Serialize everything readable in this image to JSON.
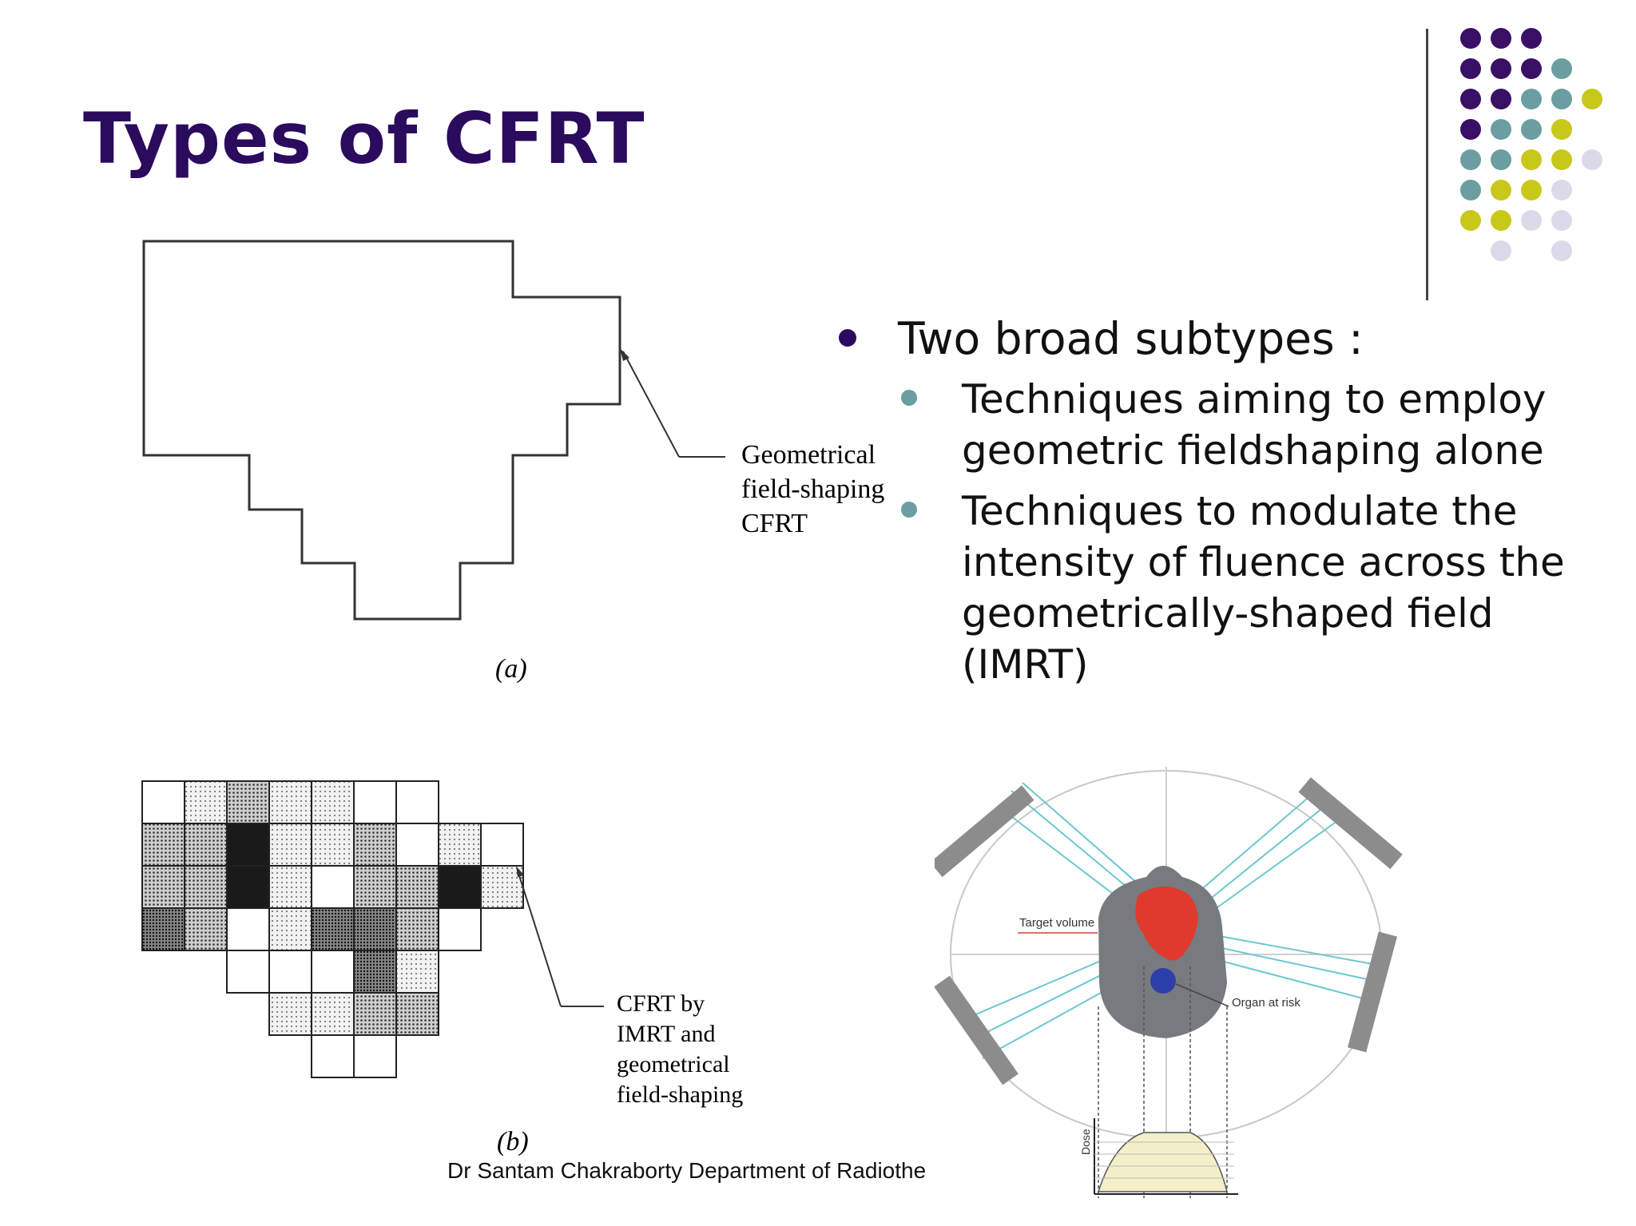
{
  "slide": {
    "title": "Types of CFRT",
    "bullets": {
      "main": "Two broad subtypes :",
      "sub": [
        "Techniques aiming to employ geometric fieldshaping alone",
        "Techniques to modulate the intensity of fluence across the geometrically-shaped field (IMRT)"
      ]
    },
    "figure_a": {
      "label_lines": [
        "Geometrical",
        "field-shaping",
        "CFRT"
      ],
      "caption": "(a)"
    },
    "figure_b": {
      "label_lines": [
        "CFRT by",
        "IMRT and",
        "geometrical",
        "field-shaping"
      ],
      "caption": "(b)"
    },
    "figure_c": {
      "target_label": "Target volume",
      "organ_label": "Organ at risk",
      "axis_label": "Dose"
    },
    "footer": "Dr Santam Chakraborty Department of Radiothe"
  },
  "colors": {
    "title": "#2b0b5e",
    "dot_purple": "#3a0f66",
    "dot_teal": "#6b9ea0",
    "dot_yellow": "#c8c81a",
    "dot_lavender": "#dcdaea"
  }
}
